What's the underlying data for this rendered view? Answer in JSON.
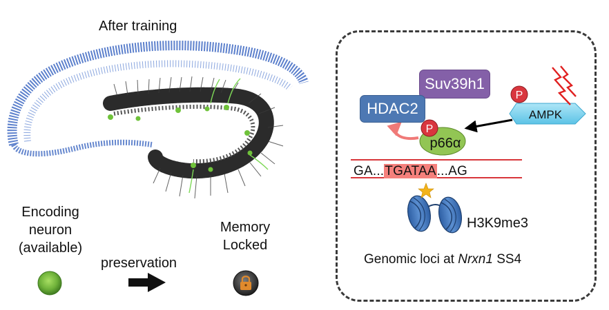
{
  "left_panel": {
    "title": "After training",
    "encoding_label_lines": [
      "Encoding",
      "neuron",
      "(available)"
    ],
    "arrow_label": "preservation",
    "memory_label_lines": [
      "Memory",
      "Locked"
    ]
  },
  "right_panel": {
    "suv39h1": "Suv39h1",
    "hdac2": "HDAC2",
    "ampk": "AMPK",
    "p66a": "p66α",
    "phospho_symbol": "P",
    "sequence": {
      "prefix": "GA...",
      "highlight": "TGATAA",
      "suffix": "...AG"
    },
    "histone_mark": "H3K9me3",
    "caption": {
      "before": "Genomic loci at ",
      "gene": "Nrxn1",
      "after": " SS4"
    }
  },
  "colors": {
    "hippocampus_blue": "#4a72c6",
    "neuron_dark": "#2b2b2b",
    "encoding_green": "#6fc23a",
    "hdac2_blue": "#4d78b3",
    "suv39h1_purple": "#8460a8",
    "ampk_cyan": "#7fd3ef",
    "p66a_green": "#92c554",
    "phospho_red": "#d9363e",
    "motif_highlight": "#f5807c",
    "dna_line_red": "#d8353a",
    "nucleosome_blue": "#3f72b8",
    "methyl_star": "#f2b31b",
    "lock_orange": "#e08a2d"
  }
}
